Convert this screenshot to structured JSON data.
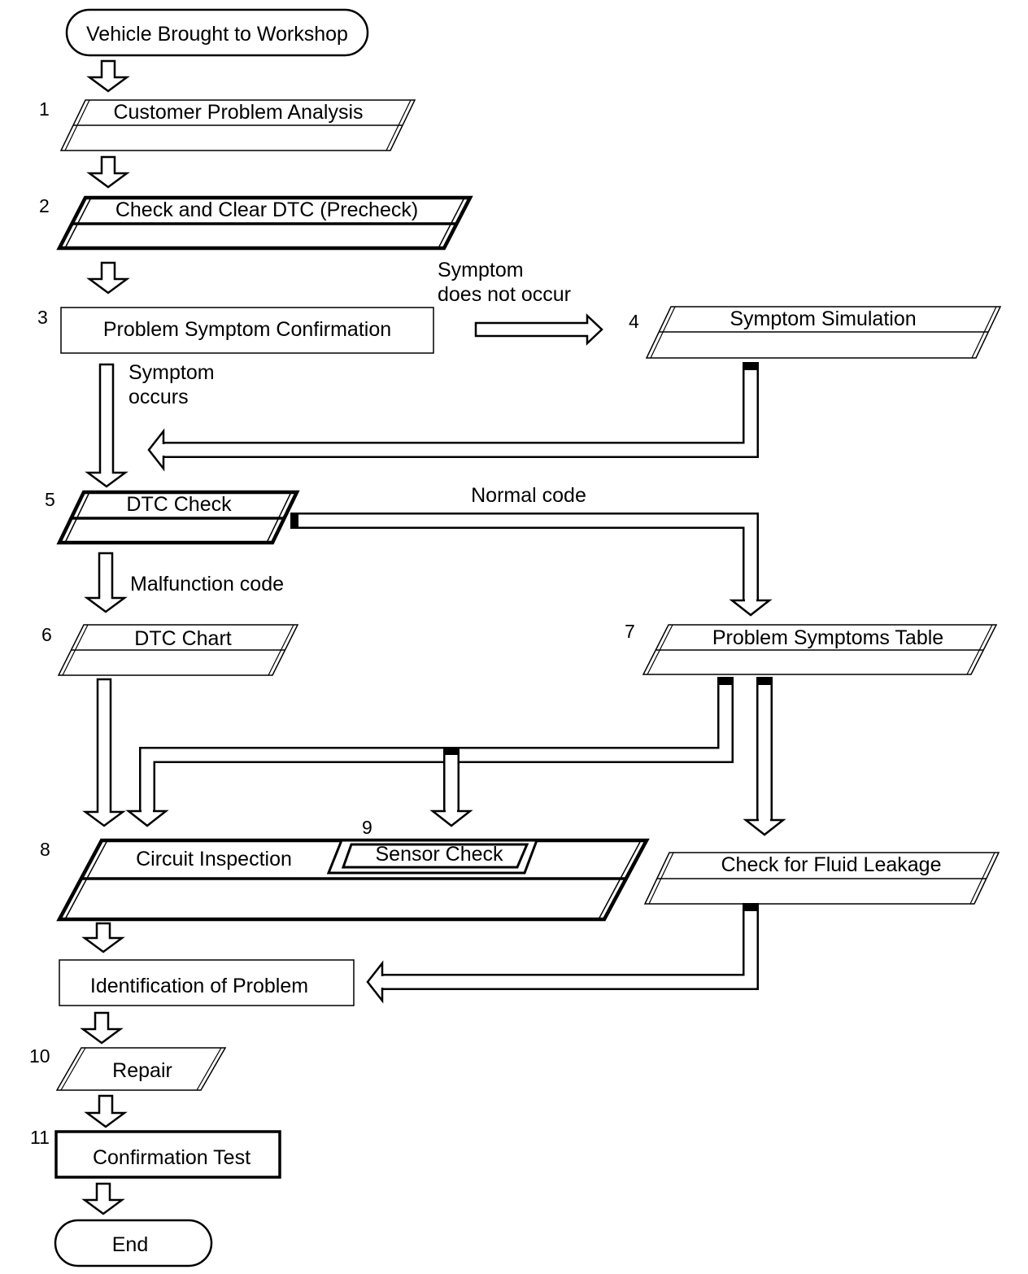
{
  "start": {
    "label": "Vehicle Brought to Workshop"
  },
  "steps": [
    {
      "number": "1",
      "label": "Customer Problem Analysis"
    },
    {
      "number": "2",
      "label": "Check and Clear DTC (Precheck)"
    },
    {
      "number": "3",
      "label": "Problem Symptom Confirmation"
    },
    {
      "number": "4",
      "label": "Symptom Simulation"
    },
    {
      "number": "5",
      "label": "DTC Check"
    },
    {
      "number": "6",
      "label": "DTC Chart"
    },
    {
      "number": "7",
      "label": "Problem Symptoms Table"
    },
    {
      "number": "8",
      "label": "Circuit Inspection"
    },
    {
      "number": "9",
      "label": "Sensor Check"
    },
    {
      "number": "",
      "label": "Check for Fluid Leakage"
    },
    {
      "number": "",
      "label": "Identification of Problem"
    },
    {
      "number": "10",
      "label": "Repair"
    },
    {
      "number": "11",
      "label": "Confirmation Test"
    }
  ],
  "branches": {
    "not_occur_line1": "Symptom",
    "not_occur_line2": "does not occur",
    "occurs_line1": "Symptom",
    "occurs_line2": "occurs",
    "normal_code": "Normal code",
    "malfunction_code": "Malfunction code"
  },
  "end": {
    "label": "End"
  },
  "colors": {
    "line": "#000000",
    "background": "#ffffff"
  }
}
